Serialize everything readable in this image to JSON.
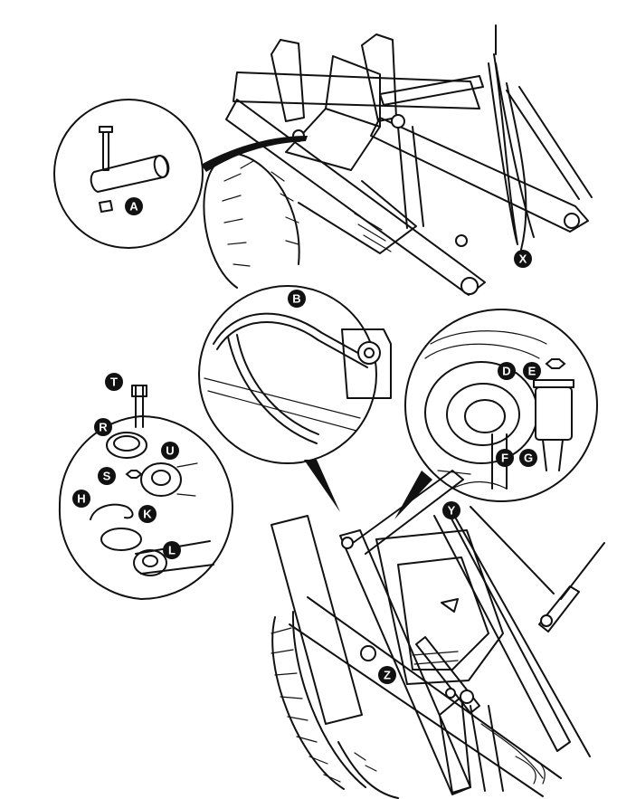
{
  "callouts": {
    "A": "A",
    "B": "B",
    "D": "D",
    "E": "E",
    "F": "F",
    "G": "G",
    "H": "H",
    "K": "K",
    "L": "L",
    "R": "R",
    "S": "S",
    "T": "T",
    "U": "U",
    "X": "X",
    "Y": "Y",
    "Z": "Z"
  }
}
